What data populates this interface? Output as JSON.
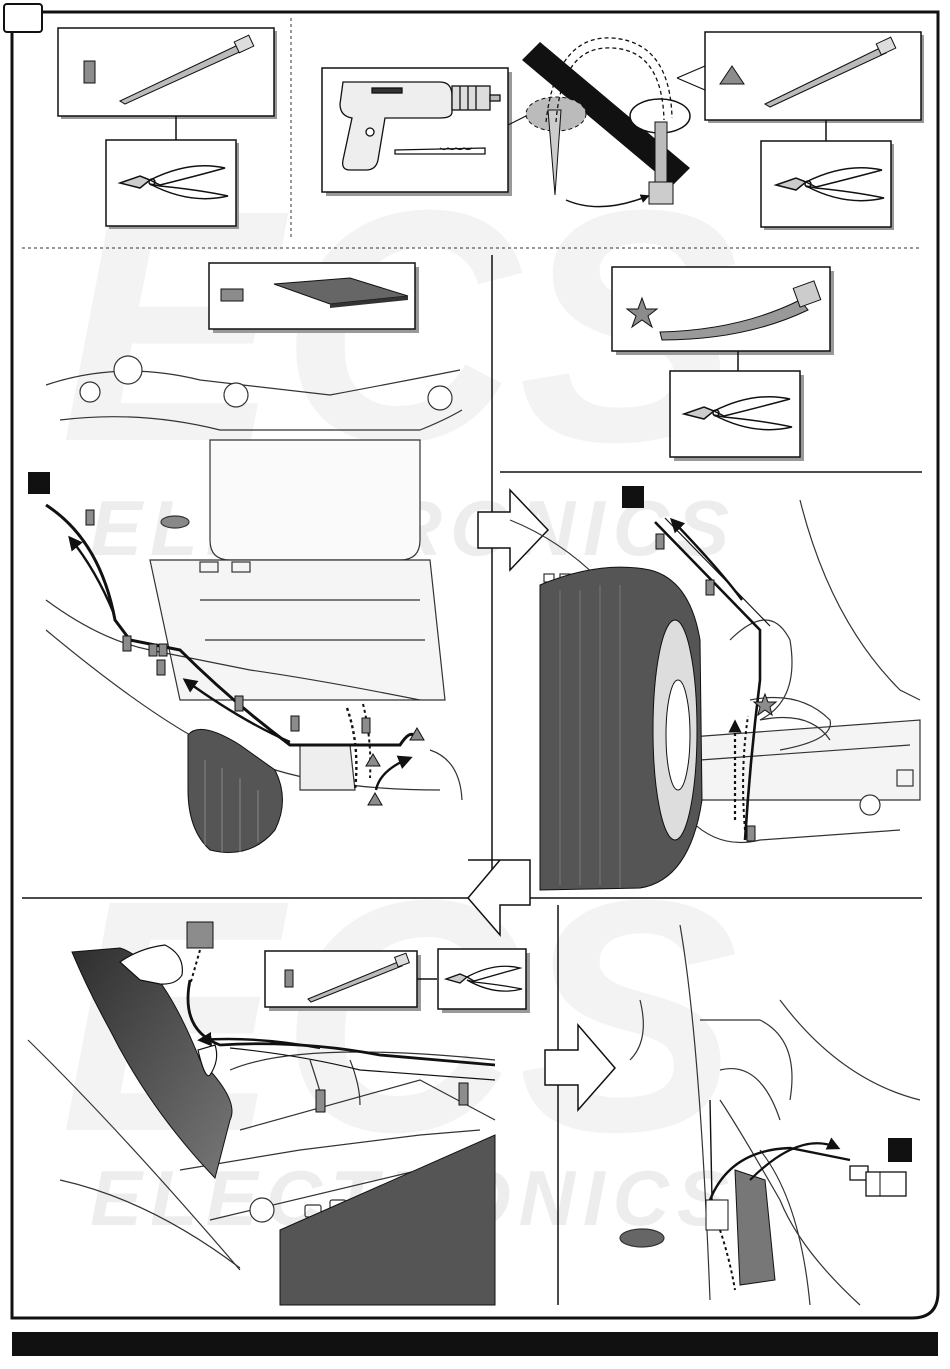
{
  "page": {
    "step_number": "",
    "watermark_lines": [
      "ECS",
      "ELECTRONICS"
    ],
    "markers": {
      "rectangle": "cable-tie-marker",
      "triangle": "screw-tie-marker",
      "star": "strap-tie-marker",
      "black_square": "route-start-marker"
    },
    "colors": {
      "line": "#111111",
      "marker_grey": "#8c8c8c",
      "tire": "#555555",
      "watermark": "#ececec",
      "footer": "#111111"
    }
  },
  "panels": [
    {
      "id": "tools-cable-tie",
      "content": "cable tie + side cutters"
    },
    {
      "id": "tools-drill-screw-tie",
      "content": "drill + screw-in cable tie + side cutters"
    },
    {
      "id": "underbody-route",
      "content": "protective pad, cable route under vehicle"
    },
    {
      "id": "wheel-arch-route",
      "content": "strap tie + side cutters, cable route behind wheel"
    },
    {
      "id": "rear-bumper-route",
      "content": "cable tie + side cutters, cable route behind bumper"
    },
    {
      "id": "connector-route",
      "content": "cable exits with connector"
    }
  ]
}
